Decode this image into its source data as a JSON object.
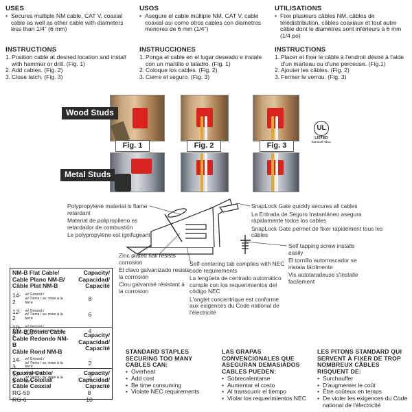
{
  "uses": {
    "en": {
      "heading": "USES",
      "items": [
        "Secures multiple NM cable, CAT V, coaxial cable as well as other cable with diameters less than 1/4\" (6 mm)"
      ]
    },
    "es": {
      "heading": "USOS",
      "items": [
        "Asegure el cable múltiple NM, CAT V, cable coaxial así como otros cables con diametros menores de 6 mm (1/4\")"
      ]
    },
    "fr": {
      "heading": "UTILISATIONS",
      "items": [
        "Fixe plusieurs câbles NM, câbles de télédistribution, câbles coaxiaux et tout autre câble dont le diamètres sont inférieurs à 6 mm (1/4 po)"
      ]
    }
  },
  "instructions": {
    "en": {
      "heading": "INSTRUCTIONS",
      "steps": [
        {
          "n": "1.",
          "text": "Position cable at desired location and install with hammer or drill. (Fig. 1)"
        },
        {
          "n": "2.",
          "text": "Add cables. (Fig. 2)"
        },
        {
          "n": "3.",
          "text": "Close latch. (Fig. 3)"
        }
      ]
    },
    "es": {
      "heading": "INSTRUCCIONES",
      "steps": [
        {
          "n": "1.",
          "text": "Ponga el cable en el lugar deseado e instale con un martillo o taladro. (Fig. 1)"
        },
        {
          "n": "2.",
          "text": "Coloque los cables. (Fig. 2)"
        },
        {
          "n": "3.",
          "text": "Cierre el seguro. (Fig. 3)"
        }
      ]
    },
    "fr": {
      "heading": "INSTRUCTIONS",
      "steps": [
        {
          "n": "1.",
          "text": "Placer et fixer le câble à l'endroit désiré à l'aide d'un marteau ou d'une perceuse. (Fig.1)"
        },
        {
          "n": "2.",
          "text": "Ajouter les câbles. (Fig. 2)"
        },
        {
          "n": "3.",
          "text": "Fermer le verrou. (Fig. 3)"
        }
      ]
    }
  },
  "figures": {
    "wood_label": "Wood Studs",
    "metal_label": "Metal Studs",
    "fig1": "Fig. 1",
    "fig2": "Fig. 2",
    "fig3": "Fig. 3",
    "ul_text": "LISTED",
    "ul_sub": "Standoff 4ELL"
  },
  "callouts": {
    "material": [
      "Polypropylene material is flame retardant",
      "Material de polipropileno es retardador de combustión",
      "Le polypropylène est ignifugeant"
    ],
    "gate": [
      "SnapLock Gate quickly secures all cables",
      "La Entrada de Seguro Instantáneo asegura rápidamente todos los cables",
      "SnapLock Gate permet de fixer rapidement tous les câbles"
    ],
    "screw": [
      "Self tapping screw installs easily",
      "El tornillo autorroscador se instala fácilmente",
      "Vis autotaradeuse s'installe facilement"
    ],
    "nail": [
      "Zinc plated nail resists corrosion",
      "El clavo galvanizado resiste la corrosión",
      "Clou galvanisé résistant à la corrosion"
    ],
    "tab": [
      "Self-centering tab complies with NEC code requirements",
      "La lengüeta de centrado automático cumple con los requerimientos del código NEC",
      "L'onglet concentrique est conforme aux exigences du Code national de l'électricité"
    ]
  },
  "capacity_table": {
    "flat": {
      "name_lines": [
        "NM-B Flat Cable/",
        "Cable Plano NM-B/",
        "Câble Plat NM-B"
      ],
      "cap_lines": [
        "Capacity/",
        "Capacidad/",
        "Capacité"
      ],
      "rows": [
        {
          "size": "14-2",
          "note1": "w/ Ground /",
          "note2": "w/ Tierra / av. mise à la terre",
          "value": "8"
        },
        {
          "size": "12-2",
          "note1": "w/ Ground /",
          "note2": "w/ Tierra / av. mise à la terre",
          "value": "6"
        },
        {
          "size": "10-2",
          "note1": "w/ Ground /",
          "note2": "w/ Tierra / av. mise à la terre",
          "value": "4"
        }
      ]
    },
    "round": {
      "name_lines": [
        "NM-B Round Cable",
        "Cable Redondo NM-B",
        "Câble Rond NM-B"
      ],
      "cap_lines": [
        "Capacity/",
        "Capacidad/",
        "Capacité"
      ],
      "rows": [
        {
          "size": "14-3",
          "note1": "w/ Ground /",
          "note2": "w/ Tierra / av. mise à la terre",
          "value": "2"
        },
        {
          "size": "12-3",
          "note1": "w/ Ground /",
          "note2": "w/ Tierra / av. mise à la terre",
          "value": "2"
        }
      ]
    },
    "coax": {
      "name_lines": [
        "Coaxial Cable/",
        "Cable Coaxial/",
        "Câble Coaxial"
      ],
      "cap_lines": [
        "Capacity/",
        "Capacidad/",
        "Capacité"
      ],
      "rows": [
        {
          "size": "RG-59",
          "value": "8"
        },
        {
          "size": "RG-6",
          "value": "10"
        }
      ]
    }
  },
  "staples": {
    "en": {
      "heading": "STANDARD STAPLES SECURING TOO MANY CABLES CAN:",
      "items": [
        "Overheat",
        "Add cost",
        "Be time consuming",
        "Violate NEC requirements"
      ]
    },
    "es": {
      "heading": "LAS GRAPAS CONVENCIONALES QUE ASEGURAN DEMASIADOS CABLES PUEDEN:",
      "items": [
        "Sobrecalentarse",
        "Aumentar el costo",
        "Al transcurrir el tiempo",
        "Violar los requerimientos NEC"
      ]
    },
    "fr": {
      "heading": "LES PITONS STANDARD QUI SERVENT À FIXER DE TROP NOMBREUX CÂBLES RISQUENT DE:",
      "items": [
        "Surchauffer",
        "D'augmenter le coût",
        "Être coûteux en temps",
        "De violer les exigences du Code national de l'électricité"
      ]
    }
  },
  "colors": {
    "clip_red": "#d8231f",
    "text": "#222222"
  }
}
